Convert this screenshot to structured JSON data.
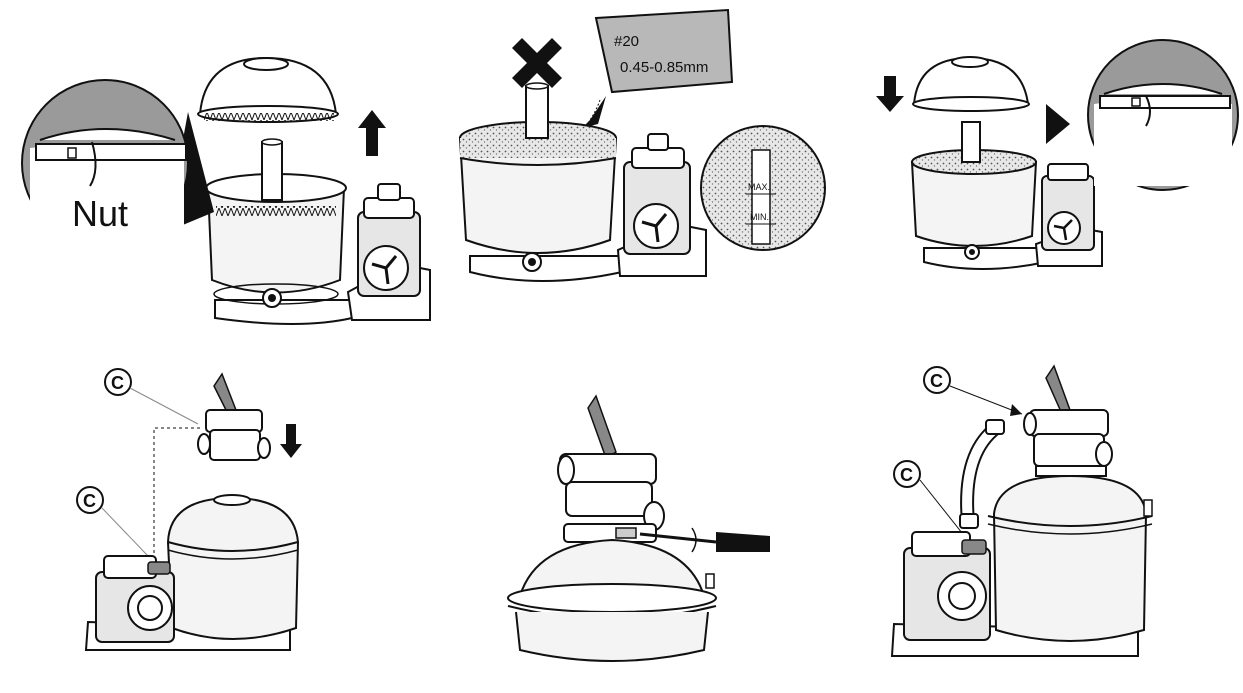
{
  "labels": {
    "nut": "Nut",
    "sand_grade": "#20",
    "sand_size": "0.45-0.85mm",
    "level_max": "MAX.",
    "level_min": "MIN.",
    "callout_c": "C"
  },
  "colors": {
    "line": "#111111",
    "grey": "#9a9a9a",
    "light": "#f2f2f2",
    "sand": "#d9d9d9"
  },
  "icons": {
    "arrow_up": "arrow-up-icon",
    "arrow_down": "arrow-down-icon",
    "cross": "cross-icon",
    "arrow_right": "triangle-right-icon",
    "screwdriver": "screwdriver-icon"
  }
}
